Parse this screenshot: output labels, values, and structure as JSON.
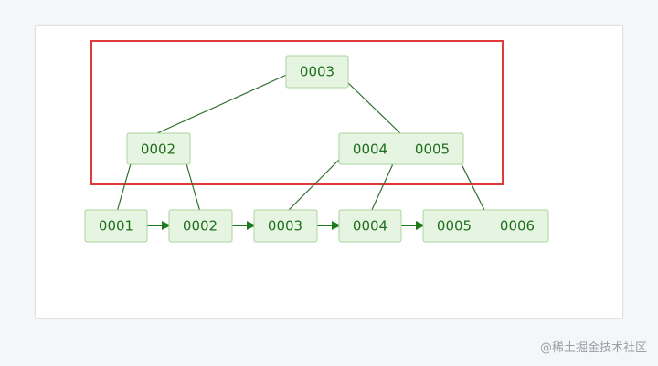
{
  "diagram": {
    "colors": {
      "node_fill": "#e6f5e1",
      "node_stroke": "#a9d59f",
      "node_text": "#1f6f1f",
      "edge": "#2e6e2e",
      "arrow": "#1d7a1d",
      "highlight_border": "#e03a3a"
    },
    "root": {
      "keys": [
        "0003"
      ]
    },
    "internal_nodes": [
      {
        "keys": [
          "0002"
        ]
      },
      {
        "keys": [
          "0004",
          "0005"
        ]
      }
    ],
    "leaf_nodes": [
      {
        "keys": [
          "0001"
        ]
      },
      {
        "keys": [
          "0002"
        ]
      },
      {
        "keys": [
          "0003"
        ]
      },
      {
        "keys": [
          "0004"
        ]
      },
      {
        "keys": [
          "0005",
          "0006"
        ]
      }
    ]
  },
  "watermark": "@稀土掘金技术社区"
}
